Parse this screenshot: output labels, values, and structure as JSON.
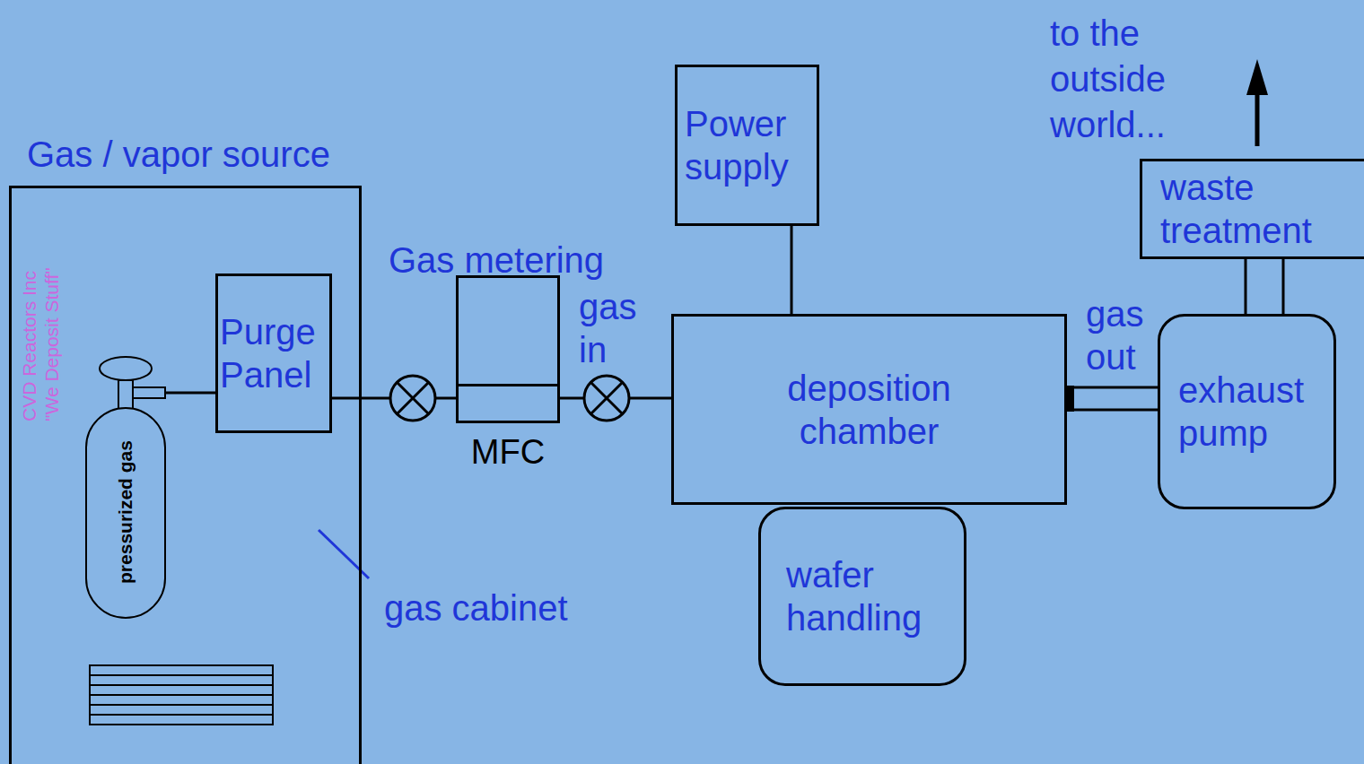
{
  "diagram": {
    "nodes": [
      {
        "text": [
          "Gas / vapor source"
        ]
      },
      {
        "text": [
          "pressurized gas"
        ],
        "in": 0
      },
      {
        "text": [
          "Purge Panel"
        ],
        "in": 0
      },
      {
        "text": [
          "Gas metering",
          "MFC"
        ]
      },
      {
        "text": [
          "Power supply"
        ]
      },
      {
        "text": [
          "deposition chamber"
        ]
      },
      {
        "text": [
          "wafer handling"
        ]
      },
      {
        "text": [
          "exhaust pump"
        ]
      },
      {
        "text": [
          "waste treatment"
        ]
      }
    ],
    "edges": [
      {
        "from": 1,
        "to": 2,
        "arrow": "none"
      },
      {
        "from": 2,
        "to": 3,
        "arrow": "none"
      },
      {
        "from": 3,
        "to": 5,
        "label": "gas in",
        "arrow": "none"
      },
      {
        "from": 4,
        "to": 5,
        "arrow": "none"
      },
      {
        "from": 5,
        "to": 7,
        "label": "gas out",
        "arrow": "none"
      },
      {
        "from": 7,
        "to": 8,
        "arrow": "none"
      }
    ],
    "labels": [
      "CVD Reactors Inc \"We Deposit Stuff\"",
      "gas cabinet",
      "to the outside world..."
    ]
  }
}
